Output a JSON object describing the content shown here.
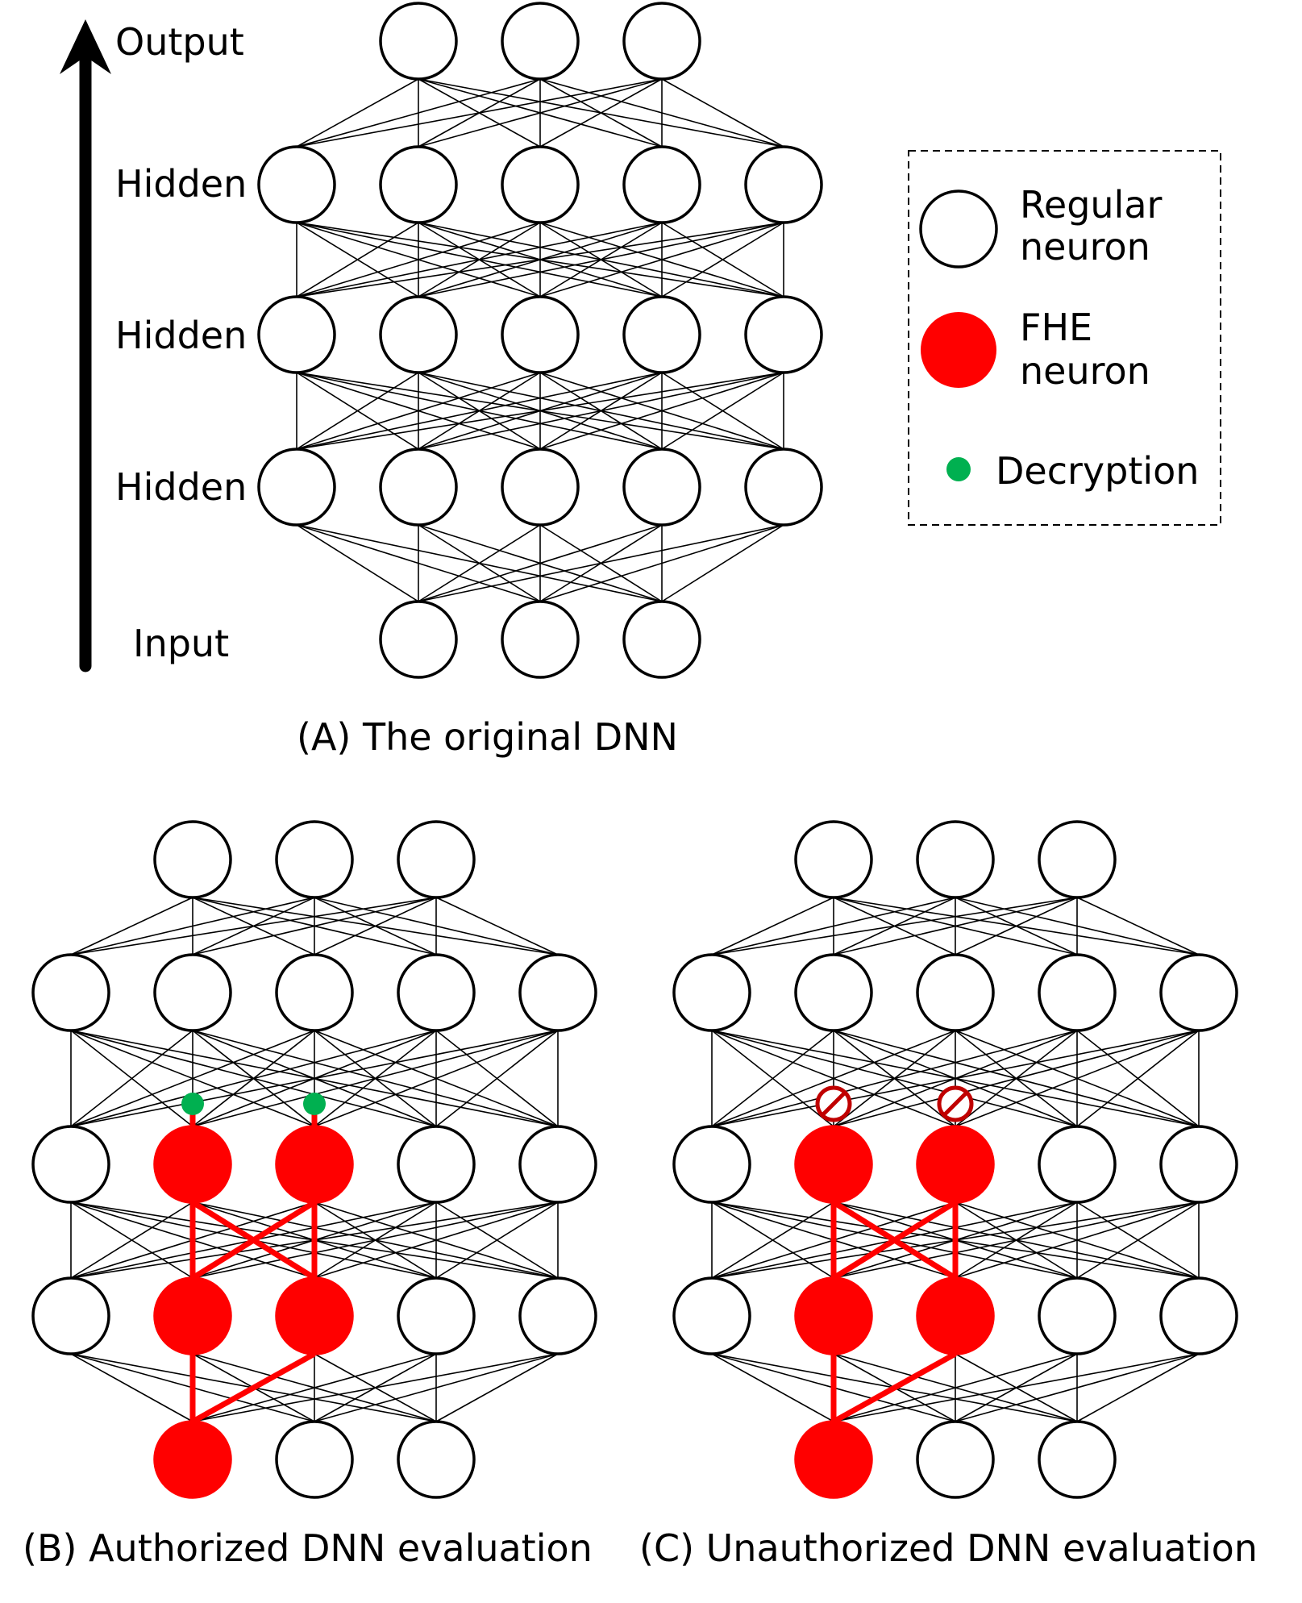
{
  "layer_labels": {
    "output": "Output",
    "hidden": "Hidden",
    "input": "Input"
  },
  "captions": {
    "a": "(A) The original DNN",
    "b": "(B) Authorized DNN evaluation",
    "c": "(C) Unauthorized DNN evaluation"
  },
  "legend": {
    "regular_line1": "Regular",
    "regular_line2": "neuron",
    "fhe_line1": "FHE",
    "fhe_line2": "neuron",
    "decryption": "Decryption"
  },
  "colors": {
    "fhe": "#ff0000",
    "decryption": "#00b050",
    "blocked": "#c00000",
    "regular_fill": "#ffffff",
    "stroke": "#000000"
  },
  "icons": {
    "decryption": "green-dot-icon",
    "blocked": "no-entry-icon",
    "arrow": "up-arrow-icon"
  },
  "networks": [
    {
      "id": "A",
      "layers": [
        3,
        5,
        5,
        5,
        3
      ],
      "fhe_neurons": [],
      "marker": "none"
    },
    {
      "id": "B",
      "layers": [
        3,
        5,
        5,
        5,
        3
      ],
      "fhe_neurons": [
        [
          0,
          0
        ],
        [
          1,
          1
        ],
        [
          1,
          2
        ],
        [
          2,
          1
        ],
        [
          2,
          2
        ]
      ],
      "marker": "decryption"
    },
    {
      "id": "C",
      "layers": [
        3,
        5,
        5,
        5,
        3
      ],
      "fhe_neurons": [
        [
          0,
          0
        ],
        [
          1,
          1
        ],
        [
          1,
          2
        ],
        [
          2,
          1
        ],
        [
          2,
          2
        ]
      ],
      "marker": "blocked"
    }
  ]
}
